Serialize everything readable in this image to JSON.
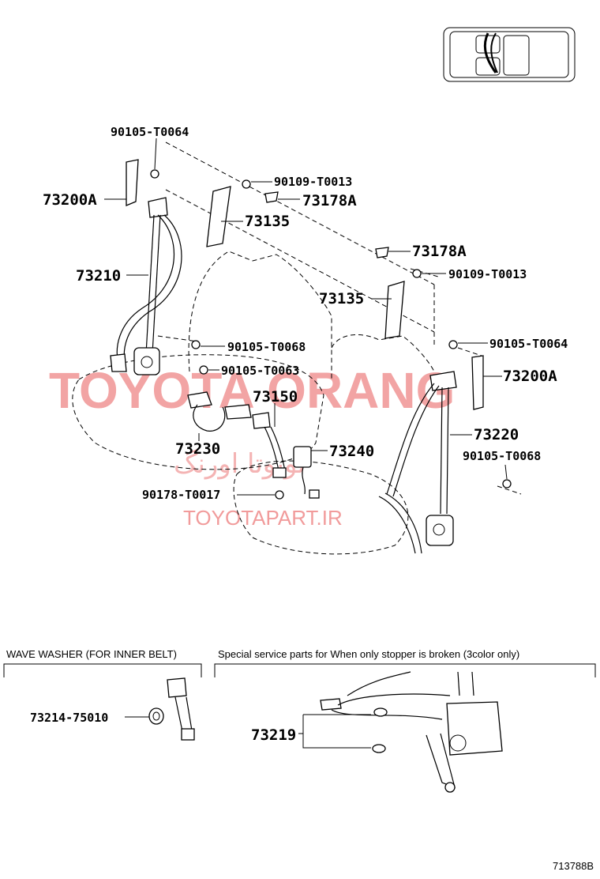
{
  "labels": {
    "bolt_90105_T0064_left": "90105-T0064",
    "anchor_73200A_left": "73200A",
    "bolt_90109_T0013_left": "90109-T0013",
    "cover_73178A_left": "73178A",
    "cover_73135_left": "73135",
    "belt_73210": "73210",
    "cover_73178A_right": "73178A",
    "bolt_90109_T0013_right": "90109-T0013",
    "cover_73135_right": "73135",
    "bolt_90105_T0064_right": "90105-T0064",
    "bolt_90105_T0068_center": "90105-T0068",
    "anchor_73200A_right": "73200A",
    "bolt_90105_T0063": "90105-T0063",
    "buckle_73150": "73150",
    "belt_73220": "73220",
    "buckle_73230": "73230",
    "buckle_73240": "73240",
    "bolt_90105_T0068_right": "90105-T0068",
    "nut_90178_T0017": "90178-T0017"
  },
  "sections": {
    "wave_washer_title": "WAVE WASHER (FOR INNER BELT)",
    "wave_washer_part": "73214-75010",
    "special_title": "Special service parts for When only stopper is broken  (3color only)",
    "special_part": "73219"
  },
  "watermarks": {
    "brand": "TOYOTA ORANG",
    "persian": "تویوتا اورنگ",
    "site": "TOYOTAPART.IR"
  },
  "illustration_code": "713788B",
  "colors": {
    "line": "#000000",
    "watermark": "#e85a5a",
    "background": "#ffffff"
  }
}
